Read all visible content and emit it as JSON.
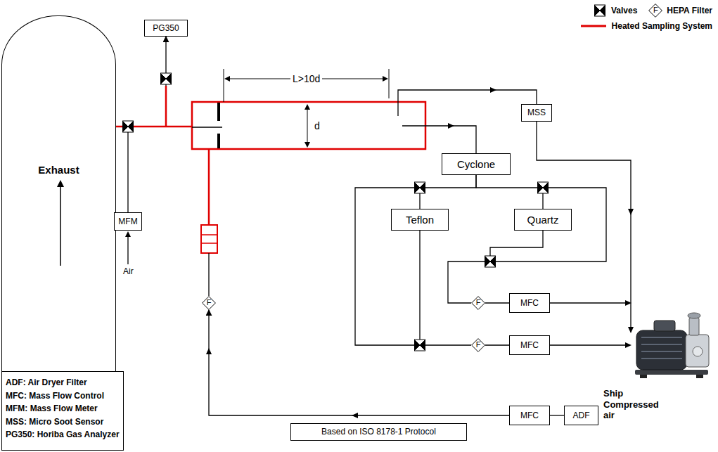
{
  "diagram": {
    "nodes": [
      {
        "text": [
          "Exhaust"
        ]
      },
      {
        "text": [
          "PG350"
        ]
      },
      {
        "text": [
          "MSS"
        ]
      },
      {
        "text": [
          "Cyclone"
        ]
      },
      {
        "text": [
          "Teflon"
        ]
      },
      {
        "text": [
          "Quartz"
        ]
      },
      {
        "text": [
          "MFM"
        ]
      },
      {
        "text": [
          "F"
        ]
      },
      {
        "text": [
          "F"
        ]
      },
      {
        "text": [
          "MFC"
        ]
      },
      {
        "text": [
          "F"
        ]
      },
      {
        "text": [
          "MFC"
        ]
      },
      {
        "text": [
          "MFC"
        ]
      },
      {
        "text": [
          "ADF"
        ]
      },
      {
        "text": [
          "ADF: Air Dryer Filter",
          "MFC: Mass Flow Control",
          "MFM: Mass Flow Meter",
          "MSS: Micro Soot Sensor",
          "PG350: Horiba Gas Analyzer"
        ]
      },
      {
        "text": [
          "Based on ISO 8178-1 Protocol"
        ]
      }
    ],
    "edges": [
      {
        "from": 0,
        "to": 1,
        "arrow": "to"
      },
      {
        "from": 3,
        "to": 4,
        "arrow": "none"
      },
      {
        "from": 3,
        "to": 5,
        "arrow": "none"
      },
      {
        "from": 5,
        "to": 8,
        "arrow": "none"
      },
      {
        "from": 8,
        "to": 9,
        "arrow": "none"
      },
      {
        "from": 4,
        "to": 10,
        "arrow": "none"
      },
      {
        "from": 10,
        "to": 11,
        "arrow": "none"
      },
      {
        "from": 13,
        "to": 12,
        "arrow": "none"
      },
      {
        "from": 12,
        "to": 7,
        "arrow": "to"
      }
    ],
    "labels": [
      "L>10d",
      "d",
      "Air",
      "Ship Compressed air",
      "F"
    ],
    "legend": [
      {
        "text": "Valves"
      },
      {
        "text": "HEPA Filter"
      },
      {
        "text": "Heated Sampling System"
      }
    ]
  }
}
